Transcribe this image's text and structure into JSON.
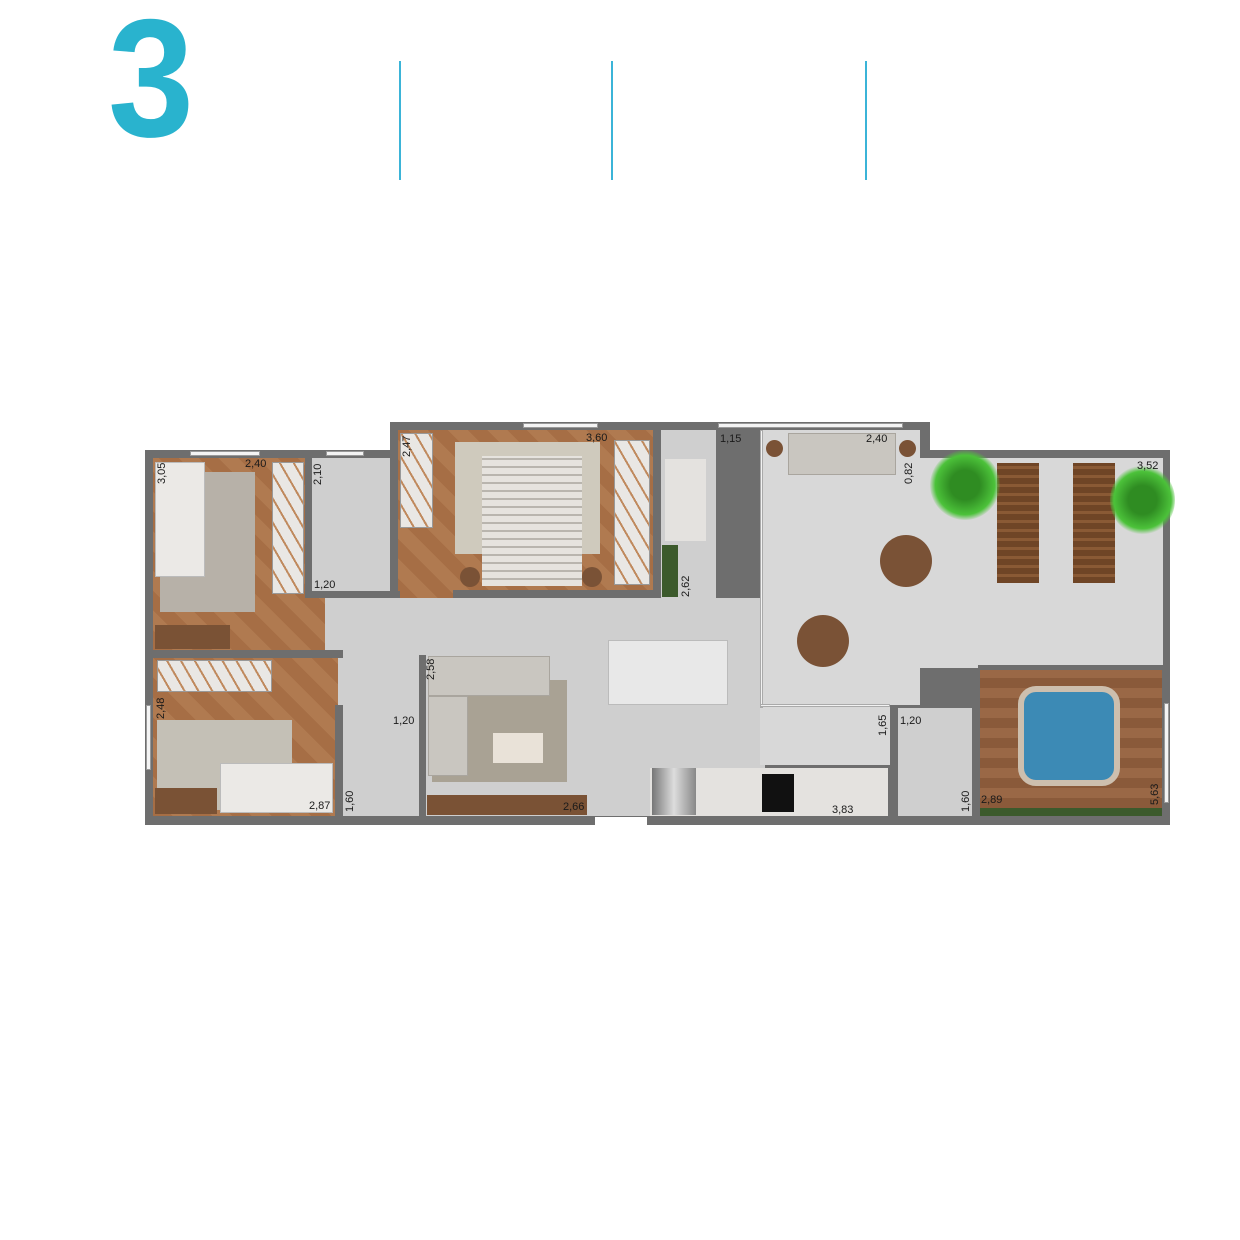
{
  "header": {
    "number": "3",
    "accent_color": "#29b3ce"
  },
  "floor_plan": {
    "dimensions": {
      "bedroom1_width": "2,40",
      "bedroom1_length": "3,05",
      "bath1_length": "2,10",
      "bath1_width": "1,20",
      "master_closet": "2,47",
      "master_width": "3,60",
      "laundry_width": "1,15",
      "laundry_garden": "2,62",
      "terrace_sofa": "2,40",
      "terrace_nook": "0,82",
      "terrace_width": "3,52",
      "bedroom2_closet": "2,48",
      "bedroom2_width": "2,87",
      "bath2_width": "1,20",
      "bath2_length": "1,60",
      "living_length": "2,58",
      "living_width": "2,66",
      "kitchen_width": "3,83",
      "bath3_sink": "1,65",
      "bath3_width": "1,20",
      "bath3_length": "1,60",
      "spa_width": "2,89",
      "spa_length": "5,63"
    }
  }
}
